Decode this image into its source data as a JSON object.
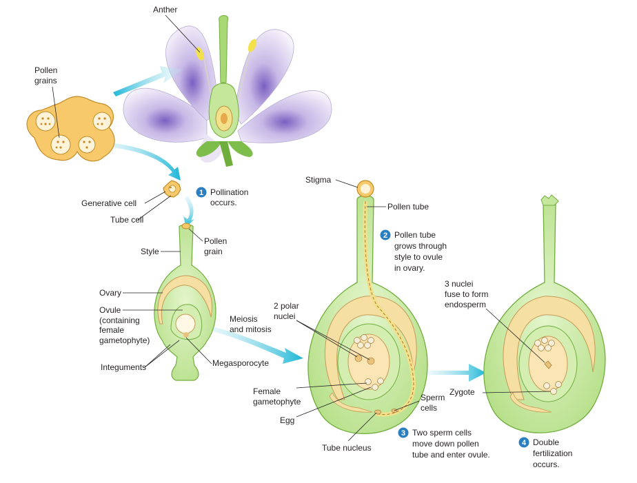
{
  "colors": {
    "green_light": "#d3eeb0",
    "green_mid": "#b7e08e",
    "green_dark": "#6fae3c",
    "cream": "#fbe5b4",
    "tan": "#e9c27e",
    "pollen_fill": "#f7c96a",
    "pollen_dark": "#d69a2a",
    "arrow_cyan": "#1fb6d6",
    "step_blue": "#2a7fc1",
    "petal": "#f4eff8",
    "petal_vein": "#8a73c9"
  },
  "labels": {
    "anther": "Anther",
    "pollen_grains": [
      "Pollen",
      "grains"
    ],
    "generative_cell": "Generative cell",
    "tube_cell": "Tube cell",
    "style": "Style",
    "pollen_grain": [
      "Pollen",
      "grain"
    ],
    "ovary": "Ovary",
    "ovule": [
      "Ovule",
      "(containing",
      "female",
      "gametophyte)"
    ],
    "integuments": "Integuments",
    "megasporocyte": "Megasporocyte",
    "meiosis": [
      "Meiosis",
      "and mitosis"
    ],
    "stigma": "Stigma",
    "pollen_tube": "Pollen tube",
    "two_polar": [
      "2 polar",
      "nuclei"
    ],
    "female_gametophyte": [
      "Female",
      "gametophyte"
    ],
    "egg": "Egg",
    "tube_nucleus": "Tube nucleus",
    "sperm_cells": [
      "Sperm",
      "cells"
    ],
    "three_nuclei": [
      "3 nuclei",
      "fuse to form",
      "endosperm"
    ],
    "zygote": "Zygote"
  },
  "steps": [
    {
      "num": "1",
      "lines": [
        "Pollination",
        "occurs."
      ]
    },
    {
      "num": "2",
      "lines": [
        "Pollen tube",
        "grows through",
        "style to ovule",
        "in ovary."
      ]
    },
    {
      "num": "3",
      "lines": [
        "Two sperm cells",
        "move down pollen",
        "tube and enter ovule."
      ]
    },
    {
      "num": "4",
      "lines": [
        "Double",
        "fertilization",
        "occurs."
      ]
    }
  ]
}
